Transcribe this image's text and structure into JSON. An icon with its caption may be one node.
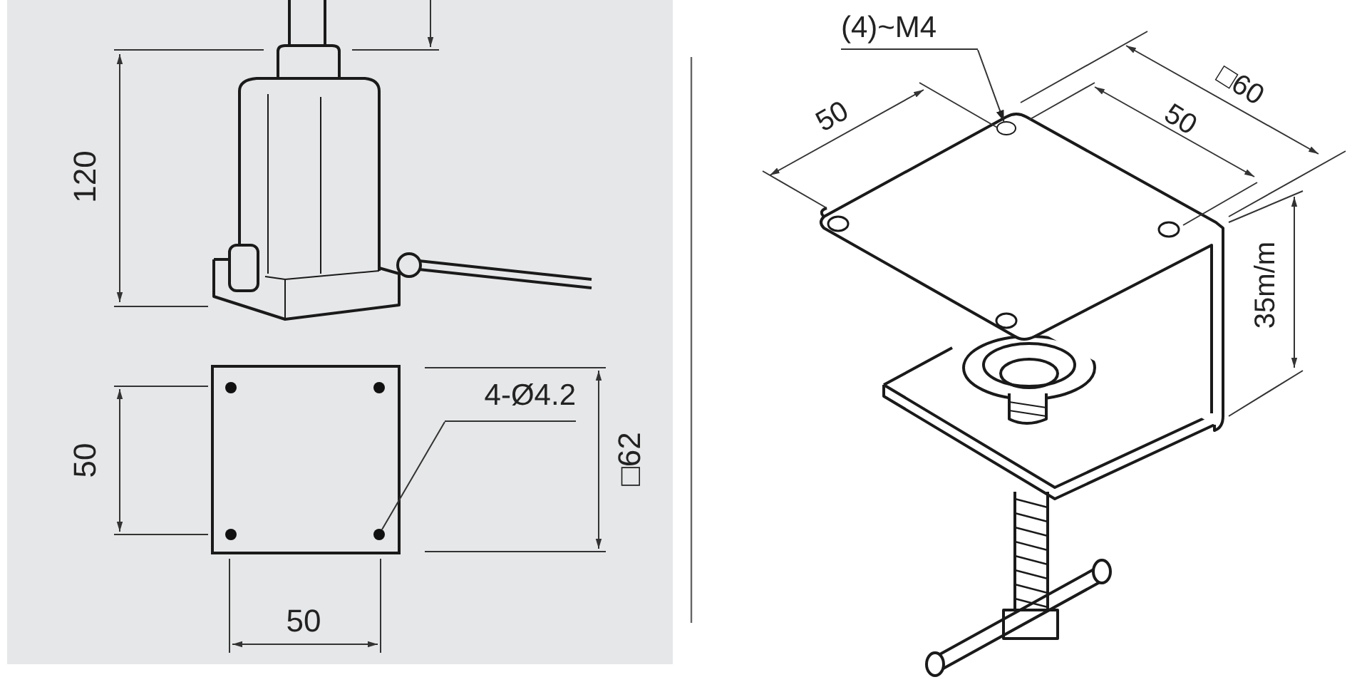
{
  "diagram": {
    "nodes": [
      {
        "text": [
          "4-Ø4.2"
        ]
      },
      {
        "text": [],
        "shape": "circle"
      },
      {
        "text": [
          "(4)~M4"
        ]
      },
      {
        "text": [],
        "shape": "circle"
      }
    ],
    "edges": [
      {
        "from": 0,
        "to": 1,
        "arrow": "none"
      },
      {
        "from": 2,
        "to": 3,
        "arrow": "to"
      }
    ],
    "labels": [
      "120",
      "50",
      "□62",
      "50",
      "50",
      "50",
      "□60",
      "35m/m"
    ]
  }
}
